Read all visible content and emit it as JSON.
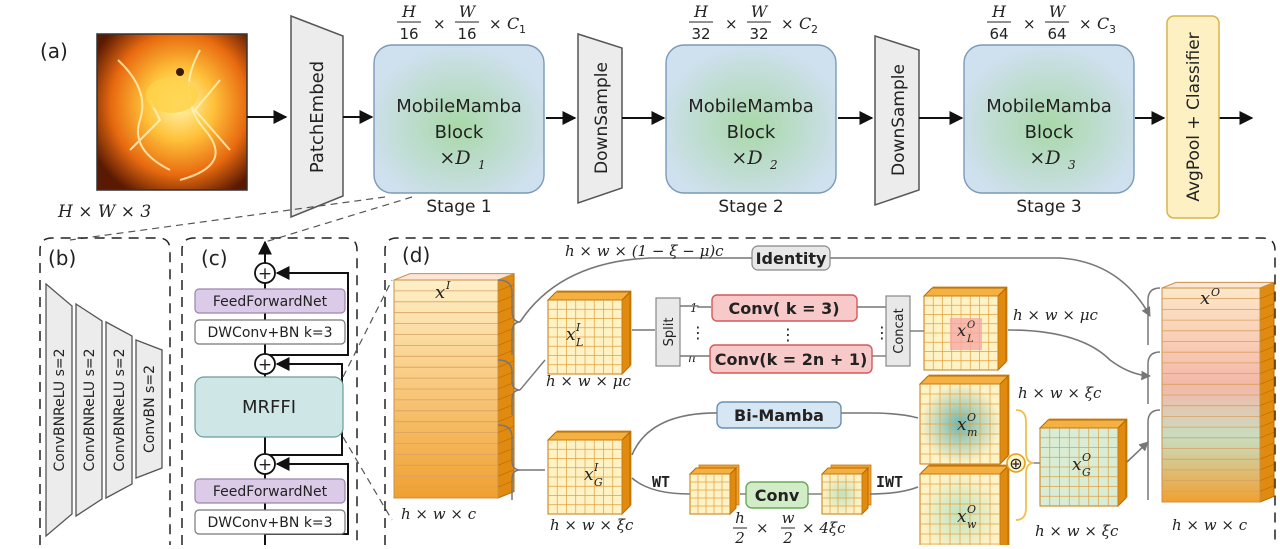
{
  "panel_labels": {
    "a": "(a)",
    "b": "(b)",
    "c": "(c)",
    "d": "(d)"
  },
  "input": {
    "label": "H × W × 3"
  },
  "top": {
    "patch_embed": "PatchEmbed",
    "downsample1": "DownSample",
    "downsample2": "DownSample",
    "classifier": "AvgPool + Classifier",
    "stages": [
      {
        "line1": "MobileMamba",
        "line2": "Block",
        "repeat": "×D",
        "sub": "1",
        "name": "Stage 1",
        "dims": {
          "h": "H",
          "w": "W",
          "hden": "16",
          "wden": "16",
          "c": "C",
          "csub": "1"
        }
      },
      {
        "line1": "MobileMamba",
        "line2": "Block",
        "repeat": "×D",
        "sub": "2",
        "name": "Stage 2",
        "dims": {
          "h": "H",
          "w": "W",
          "hden": "32",
          "wden": "32",
          "c": "C",
          "csub": "2"
        }
      },
      {
        "line1": "MobileMamba",
        "line2": "Block",
        "repeat": "×D",
        "sub": "3",
        "name": "Stage 3",
        "dims": {
          "h": "H",
          "w": "W",
          "hden": "64",
          "wden": "64",
          "c": "C",
          "csub": "3"
        }
      }
    ]
  },
  "panel_b": {
    "layers": [
      "ConvBNReLU s=2",
      "ConvBNReLU s=2",
      "ConvBNReLU s=2",
      "ConvBN s=2"
    ]
  },
  "panel_c": {
    "ffn_top": "FeedForwardNet",
    "dw_top": "DWConv+BN k=3",
    "mrffi": "MRFFI",
    "ffn_bottom": "FeedForwardNet",
    "dw_bottom": "DWConv+BN k=3",
    "plus": "+"
  },
  "panel_d": {
    "identity": "Identity",
    "identity_dims": "h × w × (1 − ξ − μ)c",
    "xI": "x",
    "xI_sup": "I",
    "xI_dims": "h × w × c",
    "xIL": "x",
    "xIL_sup": "I",
    "xIL_sub": "L",
    "xIL_dims": "h × w × μc",
    "split": "Split",
    "n1": "1",
    "nn": "n",
    "conv_top": "Conv( k = 3)",
    "conv_bottom": "Conv(k = 2n + 1)",
    "vdots": "⋮",
    "concat": "Concat",
    "xOL": "x",
    "xOL_sup": "O",
    "xOL_sub": "L",
    "xOL_dims": "h × w × μc",
    "xO": "x",
    "xO_sup": "O",
    "xO_dims": "h × w × c",
    "xIG": "x",
    "xIG_sup": "I",
    "xIG_sub": "G",
    "xIG_dims": "h × w × ξc",
    "bimamba": "Bi-Mamba",
    "wt": "WT",
    "iwt": "IWT",
    "conv_mid": "Conv",
    "wt_dims": "h/2 × w/2 × 4ξc",
    "wt_h": "h",
    "wt_w": "w",
    "wt_den": "2",
    "wt_rest": "× 4ξc",
    "xOm": "x",
    "xOm_sup": "O",
    "xOm_sub": "m",
    "xOm_dims": "h × w × ξc",
    "xOw": "x",
    "xOw_sup": "O",
    "xOw_sub": "w",
    "xOG": "x",
    "xOG_sup": "O",
    "xOG_sub": "G",
    "xOG_dims": "h × w × ξc",
    "oplus": "⊕"
  },
  "colors": {
    "block_fill": "#cfe0ef",
    "block_glow": "#a8d8a8",
    "trap_fill": "#ececec",
    "ffn_fill": "#dccbe8",
    "orange_light": "#fff2c4",
    "orange_dark": "#e89818",
    "conv_fill": "#f7c9c9",
    "conv_stroke": "#d35a5a",
    "bimamba_fill": "#d7e6f3",
    "bimamba_stroke": "#6a8fb0",
    "convmid_fill": "#d2ecc8",
    "convmid_stroke": "#6aa85a",
    "classifier_fill": "#fdf0c2",
    "classifier_stroke": "#d9b44a",
    "arrow": "#111111",
    "gray": "#777777"
  }
}
